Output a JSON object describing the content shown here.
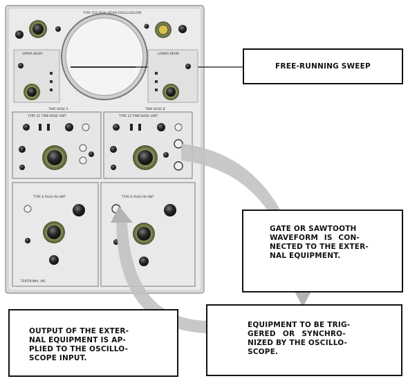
{
  "instrument": {
    "title": "TYPE 555 DUAL-BEAM OSCILLOSCOPE",
    "upper_left_section": "UPPER BEAM",
    "upper_right_section": "LOWER BEAM",
    "time_base_a": "TIME BASE A",
    "time_base_b": "TIME BASE B",
    "plugin_a": "TYPE 21 TIME-BASE UNIT",
    "plugin_b": "TYPE 22 TIME-BASE UNIT",
    "amp_unit_a": "TYPE K PLUG-IN UNIT",
    "amp_unit_b": "TYPE K PLUG-IN UNIT",
    "maker": "TEKTRONIX, INC."
  },
  "callouts": {
    "sweep": {
      "text": "FREE-RUNNING SWEEP"
    },
    "gate": {
      "lines": [
        "GATE OR SAWTOOTH",
        "WAVEFORM IS CON-",
        "NECTED TO THE EXTER-",
        "NAL EQUIPMENT."
      ]
    },
    "equipment": {
      "lines": [
        "EQUIPMENT TO BE TRIG-",
        "GERED OR SYNCHRO-",
        "NIZED BY THE OSCILLO-",
        "SCOPE."
      ]
    },
    "output": {
      "lines": [
        "OUTPUT OF THE EXTER-",
        "NAL EQUIPMENT IS AP-",
        "PLIED TO THE OSCILLO-",
        "SCOPE INPUT."
      ]
    }
  },
  "colors": {
    "panel": "#e4e4e4",
    "panel_dark": "#8a8a8a",
    "arrow": "#bdbdbd",
    "knob": "#1a1a1a",
    "knob_ring": "#6b7a45"
  }
}
